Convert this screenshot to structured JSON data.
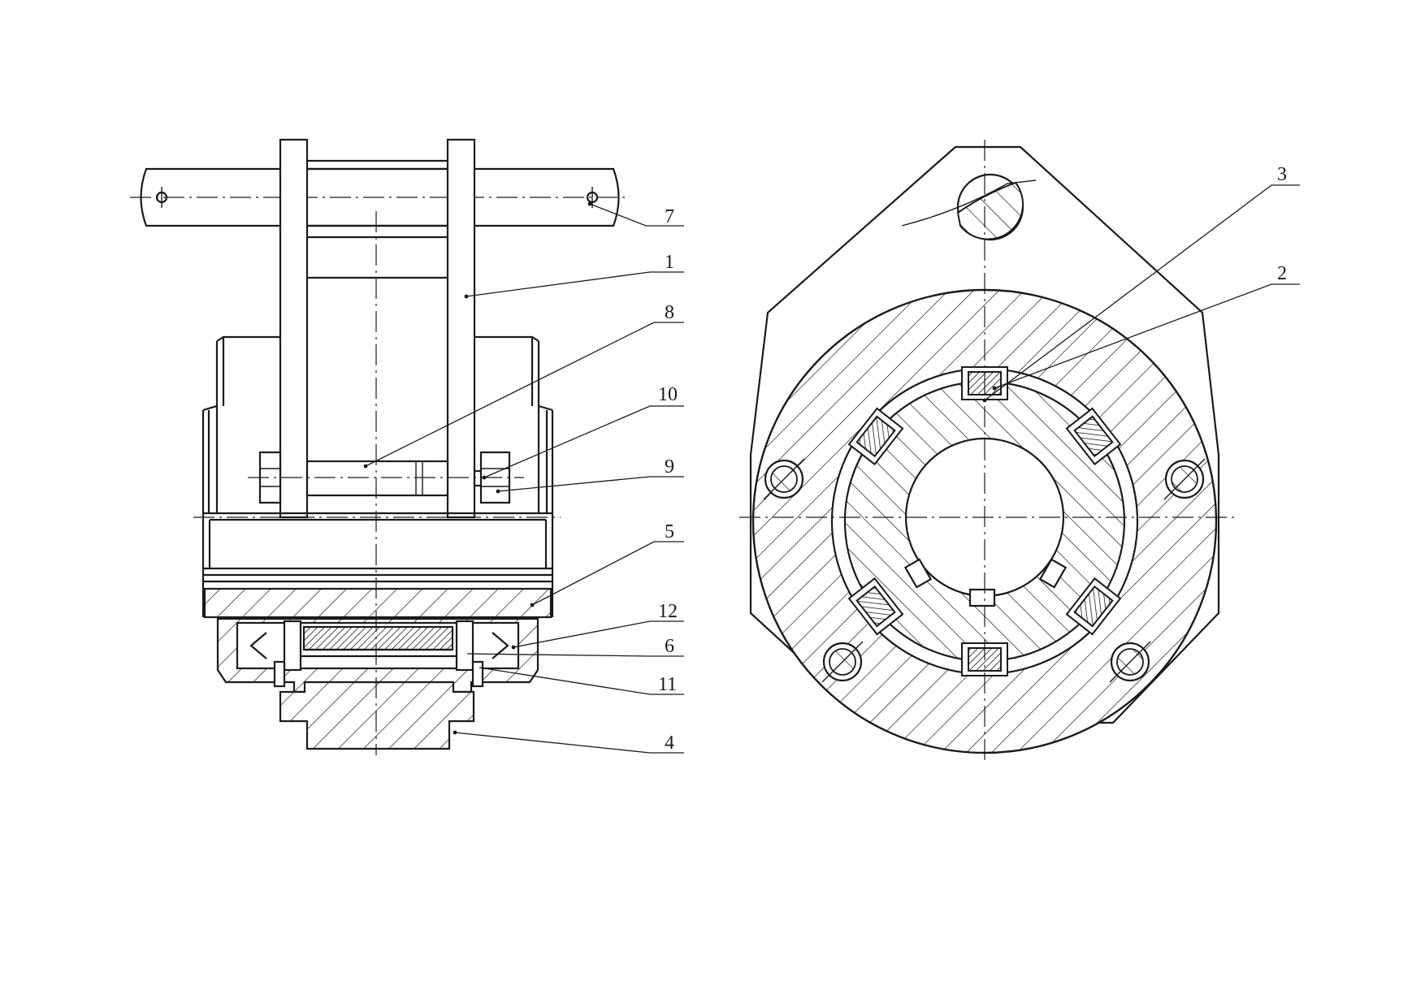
{
  "callouts": {
    "left_view": [
      {
        "id": "c7",
        "text": "7"
      },
      {
        "id": "c1",
        "text": "1"
      },
      {
        "id": "c8",
        "text": "8"
      },
      {
        "id": "c10",
        "text": "10"
      },
      {
        "id": "c9",
        "text": "9"
      },
      {
        "id": "c5",
        "text": "5"
      },
      {
        "id": "c12",
        "text": "12"
      },
      {
        "id": "c6",
        "text": "6"
      },
      {
        "id": "c11",
        "text": "11"
      },
      {
        "id": "c4",
        "text": "4"
      }
    ],
    "right_view": [
      {
        "id": "c3",
        "text": "3"
      },
      {
        "id": "c2",
        "text": "2"
      }
    ]
  },
  "colors": {
    "line": "#1a1a1a",
    "paper": "#ffffff"
  }
}
